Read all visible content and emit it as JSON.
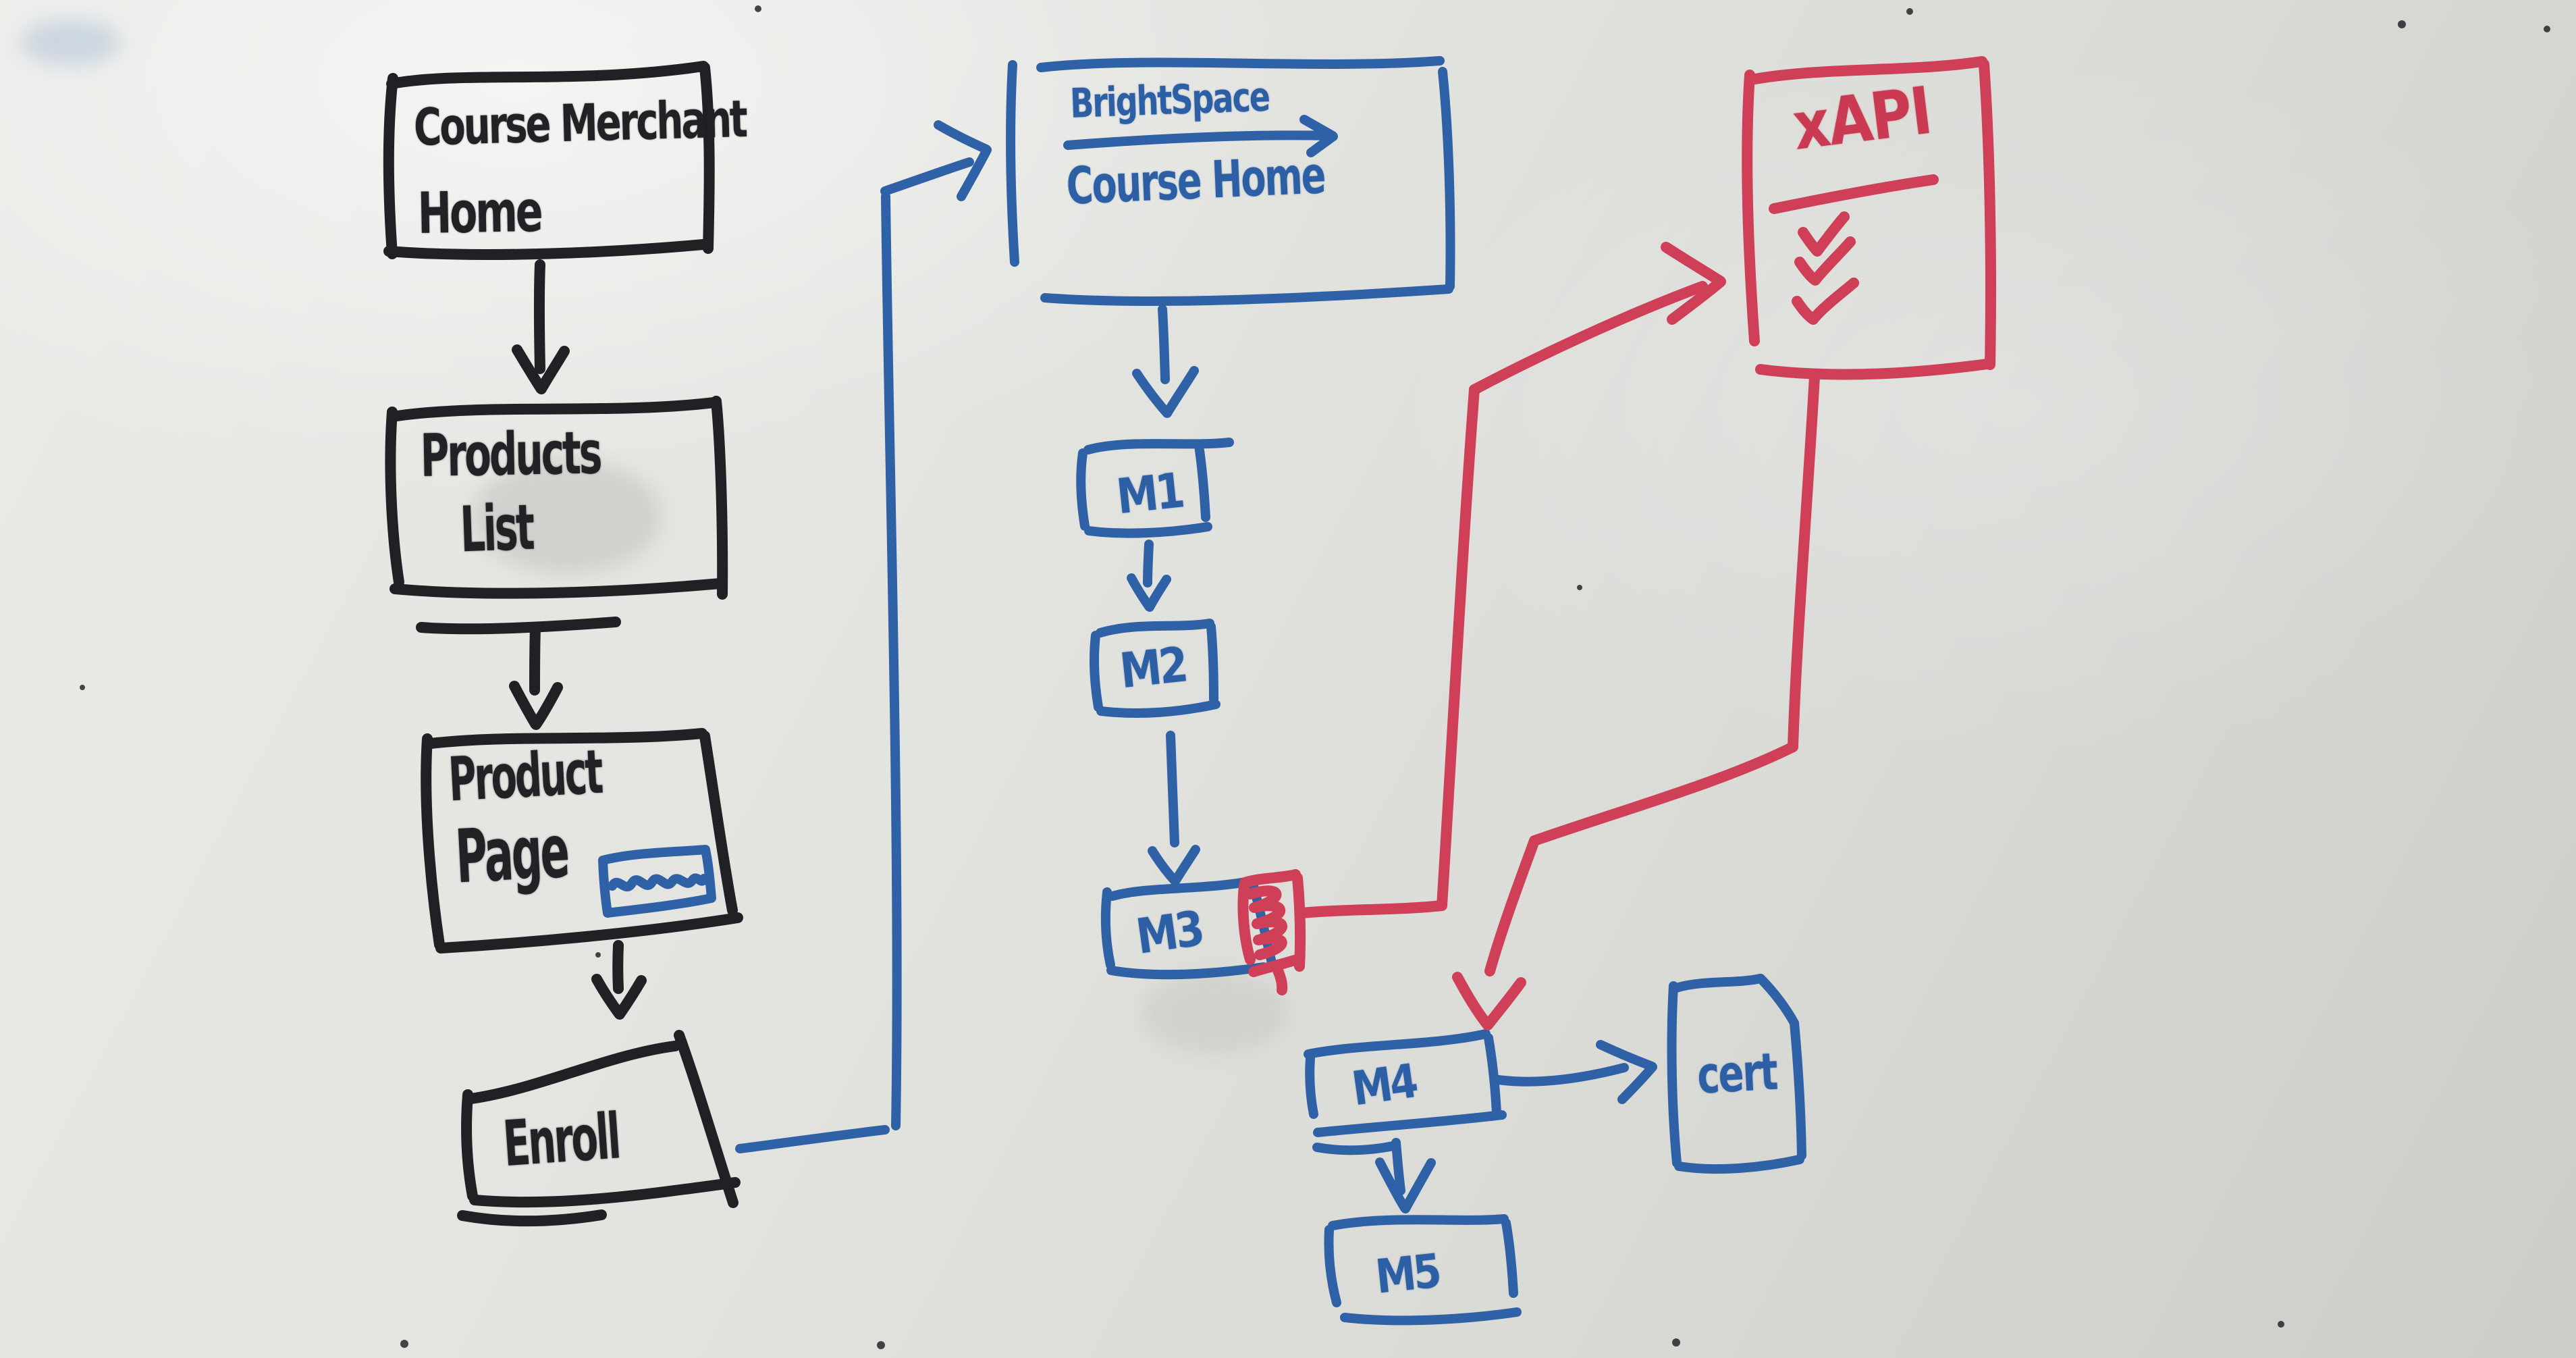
{
  "whiteboard": {
    "description": "Hand-drawn marker flowchart on a whiteboard",
    "nodes": {
      "course_merchant_home": {
        "line1": "Course Merchant",
        "line2": "Home",
        "marker": "black"
      },
      "products_list": {
        "line1": "Products",
        "line2": "List",
        "marker": "black"
      },
      "product_page": {
        "line1": "Product",
        "line2": "Page",
        "marker": "black",
        "button_scribble": "illegible blue button"
      },
      "enroll": {
        "label": "Enroll",
        "marker": "black"
      },
      "brightspace": {
        "line1": "BrightSpace",
        "line2": "Course Home",
        "marker": "blue"
      },
      "m1": {
        "label": "M1",
        "marker": "blue"
      },
      "m2": {
        "label": "M2",
        "marker": "blue"
      },
      "m3": {
        "label": "M3",
        "marker": "blue",
        "attachment": "red scribbled tracker box"
      },
      "m4": {
        "label": "M4",
        "marker": "blue"
      },
      "m5": {
        "label": "M5",
        "marker": "blue"
      },
      "cert": {
        "label": "cert",
        "marker": "blue",
        "shape": "document"
      },
      "xapi": {
        "label": "xAPI",
        "marker": "red",
        "underlined": true,
        "checkmarks": 3
      }
    },
    "edges": [
      {
        "from": "course_merchant_home",
        "to": "products_list",
        "color": "black"
      },
      {
        "from": "products_list",
        "to": "product_page",
        "color": "black"
      },
      {
        "from": "product_page",
        "to": "enroll",
        "color": "black"
      },
      {
        "from": "enroll",
        "to": "brightspace",
        "color": "blue"
      },
      {
        "from": "brightspace",
        "to": "m1",
        "color": "blue"
      },
      {
        "from": "m1",
        "to": "m2",
        "color": "blue"
      },
      {
        "from": "m2",
        "to": "m3",
        "color": "blue"
      },
      {
        "from": "m3",
        "to": "xapi",
        "color": "red"
      },
      {
        "from": "xapi",
        "to": "m4",
        "color": "red"
      },
      {
        "from": "m4",
        "to": "cert",
        "color": "blue"
      },
      {
        "from": "m4",
        "to": "m5",
        "color": "blue"
      }
    ],
    "colors": {
      "marker_black": "#212125",
      "marker_blue": "#2e61a6",
      "marker_red": "#cf3f57",
      "board_light": "#eaebe7",
      "board_dark": "#cccdc8"
    }
  }
}
